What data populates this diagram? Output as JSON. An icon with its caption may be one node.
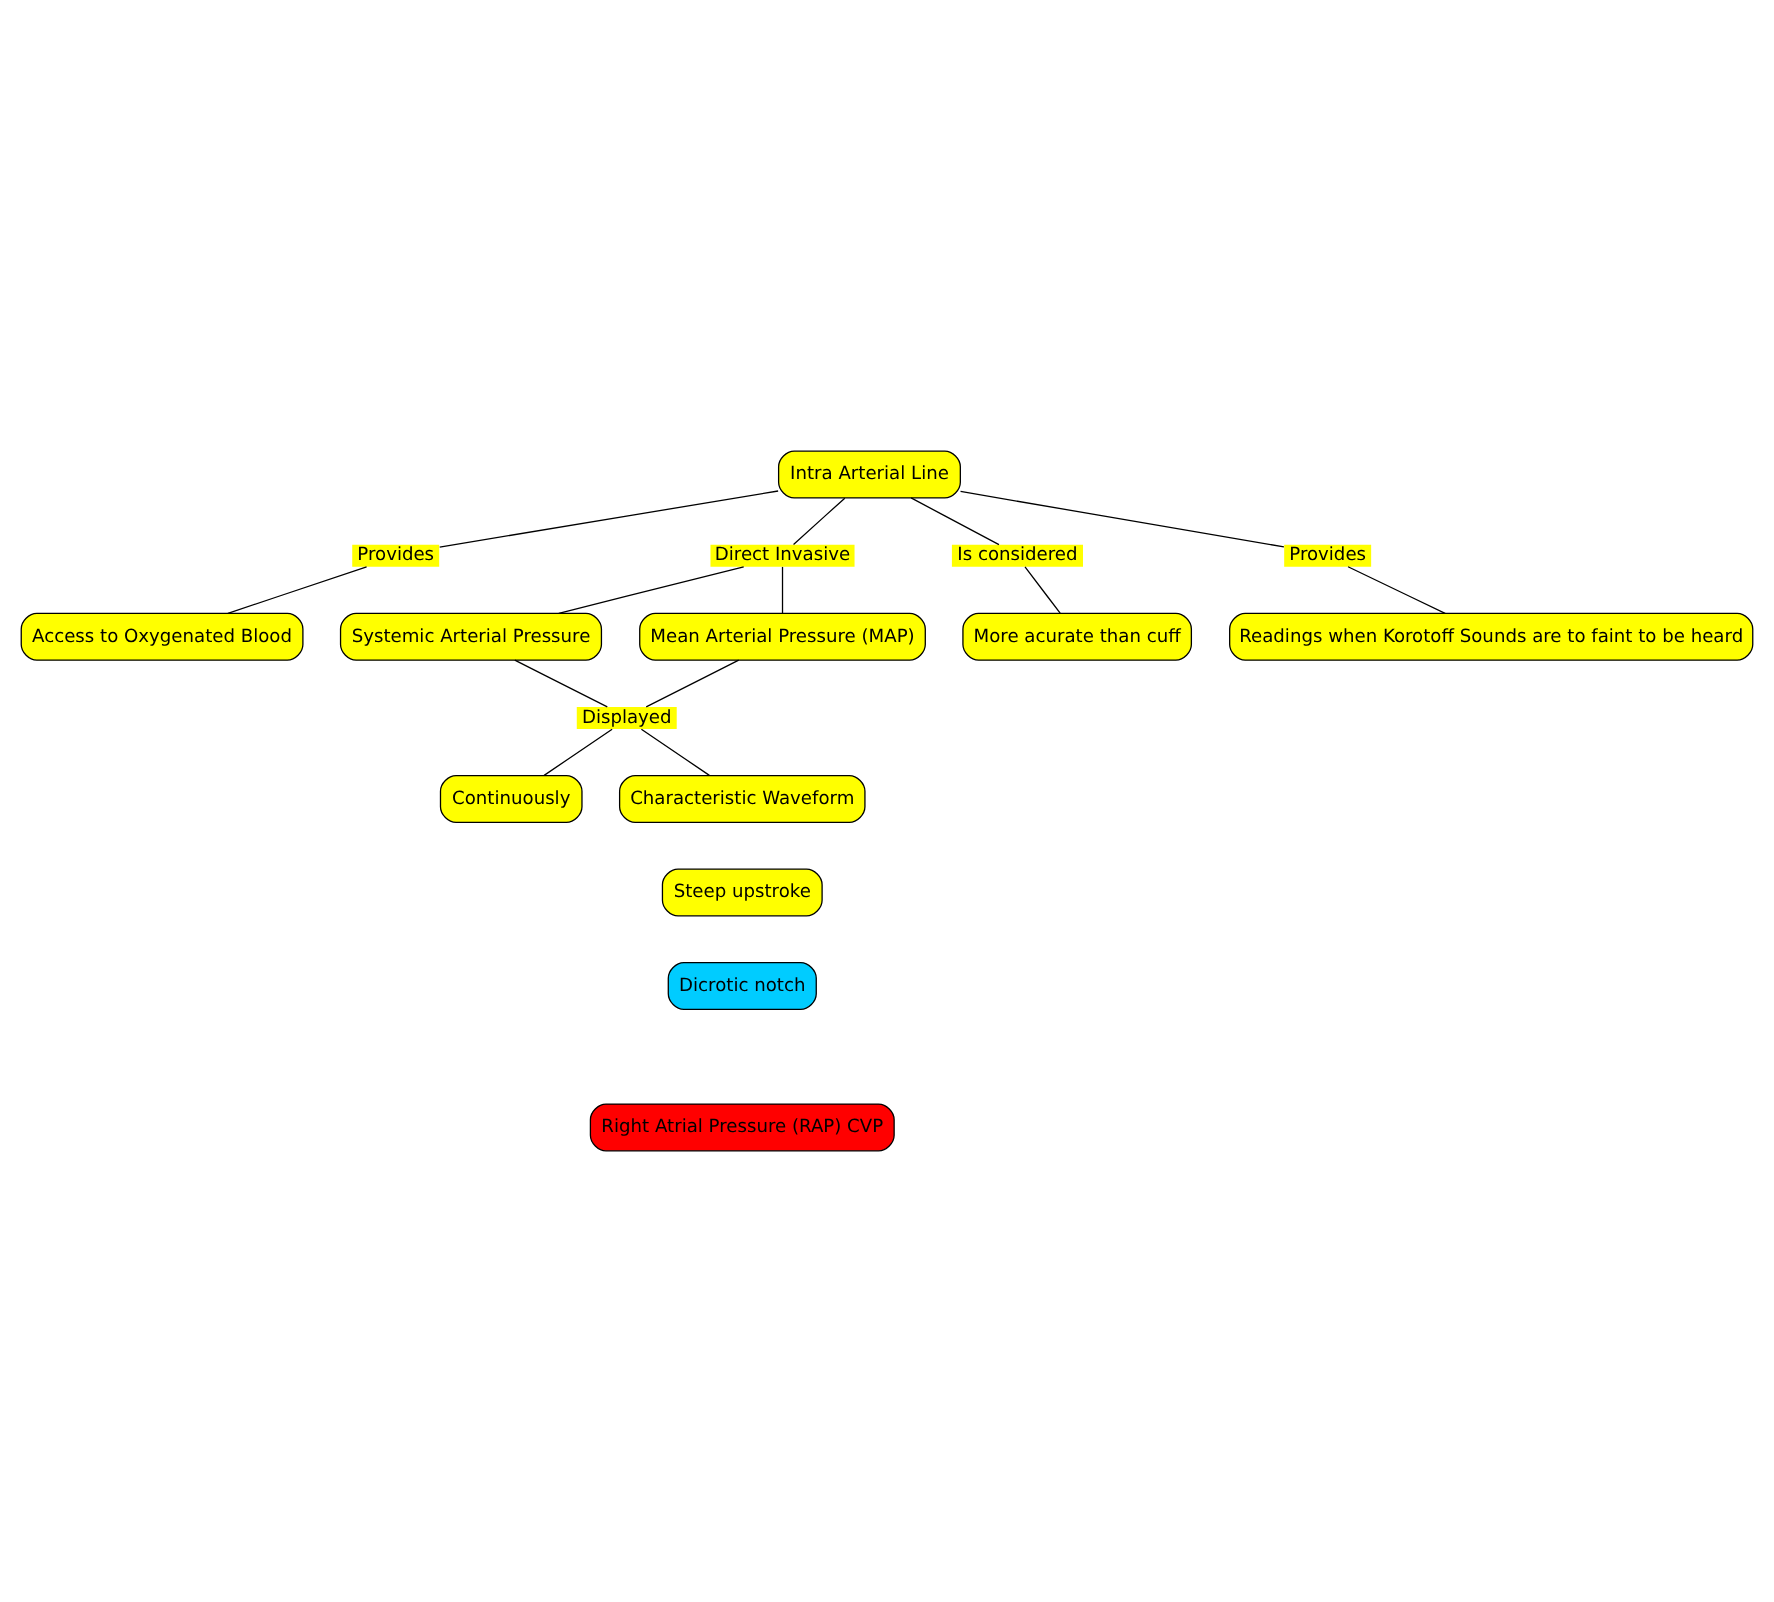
{
  "diagram": {
    "nodes": [
      {
        "text": [
          "Intra Arterial Line"
        ]
      },
      {
        "text": [
          "Provides"
        ]
      },
      {
        "text": [
          "Direct Invasive"
        ]
      },
      {
        "text": [
          "Is considered"
        ]
      },
      {
        "text": [
          "Provides"
        ]
      },
      {
        "text": [
          "Access to Oxygenated Blood"
        ]
      },
      {
        "text": [
          "More acurate than cuff"
        ]
      },
      {
        "text": [
          "Readings when Korotoff Sounds are to faint to be heard"
        ]
      },
      {
        "text": [
          "Systemic Arterial Pressure"
        ]
      },
      {
        "text": [
          "Mean Arterial Pressure (MAP)"
        ]
      },
      {
        "text": [
          "Displayed"
        ]
      },
      {
        "text": [
          "Continuously"
        ]
      },
      {
        "text": [
          "Characteristic Waveform"
        ]
      },
      {
        "text": [
          "Steep upstroke"
        ]
      },
      {
        "text": [
          "Dicrotic notch"
        ]
      },
      {
        "text": [
          "Right Atrial Pressure (RAP) CVP"
        ]
      }
    ],
    "edges": [
      {
        "from": 0,
        "to": 1,
        "arrow": "none"
      },
      {
        "from": 1,
        "to": 5,
        "arrow": "none"
      },
      {
        "from": 0,
        "to": 2,
        "arrow": "none"
      },
      {
        "from": 0,
        "to": 3,
        "arrow": "none"
      },
      {
        "from": 3,
        "to": 6,
        "arrow": "none"
      },
      {
        "from": 0,
        "to": 4,
        "arrow": "none"
      },
      {
        "from": 4,
        "to": 7,
        "arrow": "none"
      },
      {
        "from": 2,
        "to": 8,
        "arrow": "none"
      },
      {
        "from": 2,
        "to": 9,
        "arrow": "none"
      },
      {
        "from": 8,
        "to": 10,
        "arrow": "none"
      },
      {
        "from": 9,
        "to": 10,
        "arrow": "none"
      },
      {
        "from": 10,
        "to": 11,
        "arrow": "none"
      },
      {
        "from": 10,
        "to": 12,
        "arrow": "none"
      }
    ]
  }
}
